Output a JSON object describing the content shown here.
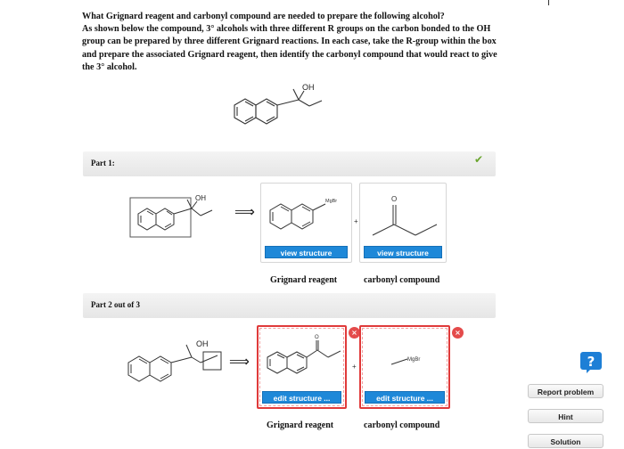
{
  "question": {
    "line1": "What Grignard reagent and carbonyl compound are needed to prepare the following alcohol?",
    "body": "As shown below the compound, 3° alcohols with three different R groups on the carbon bonded to the OH group can be prepared by three different Grignard reactions. In each case, take the R-group within the box and prepare the associated Grignard reagent, then identify the carbonyl compound that would react to give the 3° alcohol."
  },
  "target_molecule": {
    "oh_label": "OH"
  },
  "part1": {
    "label": "Part 1:",
    "status_icon": "checkmark-icon",
    "status_color": "#6aa52e",
    "molecule_oh": "OH",
    "arrow": "⟹",
    "grignard": {
      "mgbr_label": "MgBr",
      "button": "view structure",
      "caption": "Grignard reagent"
    },
    "plus": "+",
    "carbonyl": {
      "o_label": "O",
      "button": "view structure",
      "caption": "carbonyl compound"
    }
  },
  "part2": {
    "label": "Part 2 out of 3",
    "molecule_oh": "OH",
    "arrow": "⟹",
    "grignard": {
      "o_label": "O",
      "button": "edit structure ...",
      "caption": "Grignard reagent",
      "remove": "×"
    },
    "plus": "+",
    "carbonyl": {
      "mgbr_label": "MgBr",
      "button": "edit structure ...",
      "caption": "carbonyl compound",
      "remove": "×"
    },
    "error_color": "#e03a3a"
  },
  "sidebar": {
    "help_label": "?",
    "report_problem": "Report problem",
    "hint": "Hint",
    "solution": "Solution"
  },
  "colors": {
    "accent_blue": "#1e88d8"
  }
}
